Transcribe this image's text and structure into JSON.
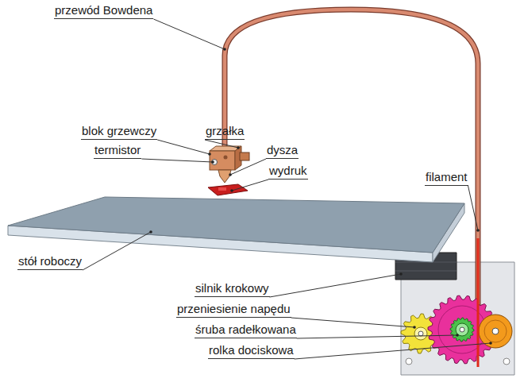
{
  "diagram": {
    "labels": [
      "przewód Bowdena",
      "blok grzewczy",
      "grzałka",
      "termistor",
      "dysza",
      "wydruk",
      "filament",
      "stół roboczy",
      "silnik krokowy",
      "przeniesienie napędu",
      "śruba radełkowana",
      "rolka dociskowa"
    ]
  }
}
